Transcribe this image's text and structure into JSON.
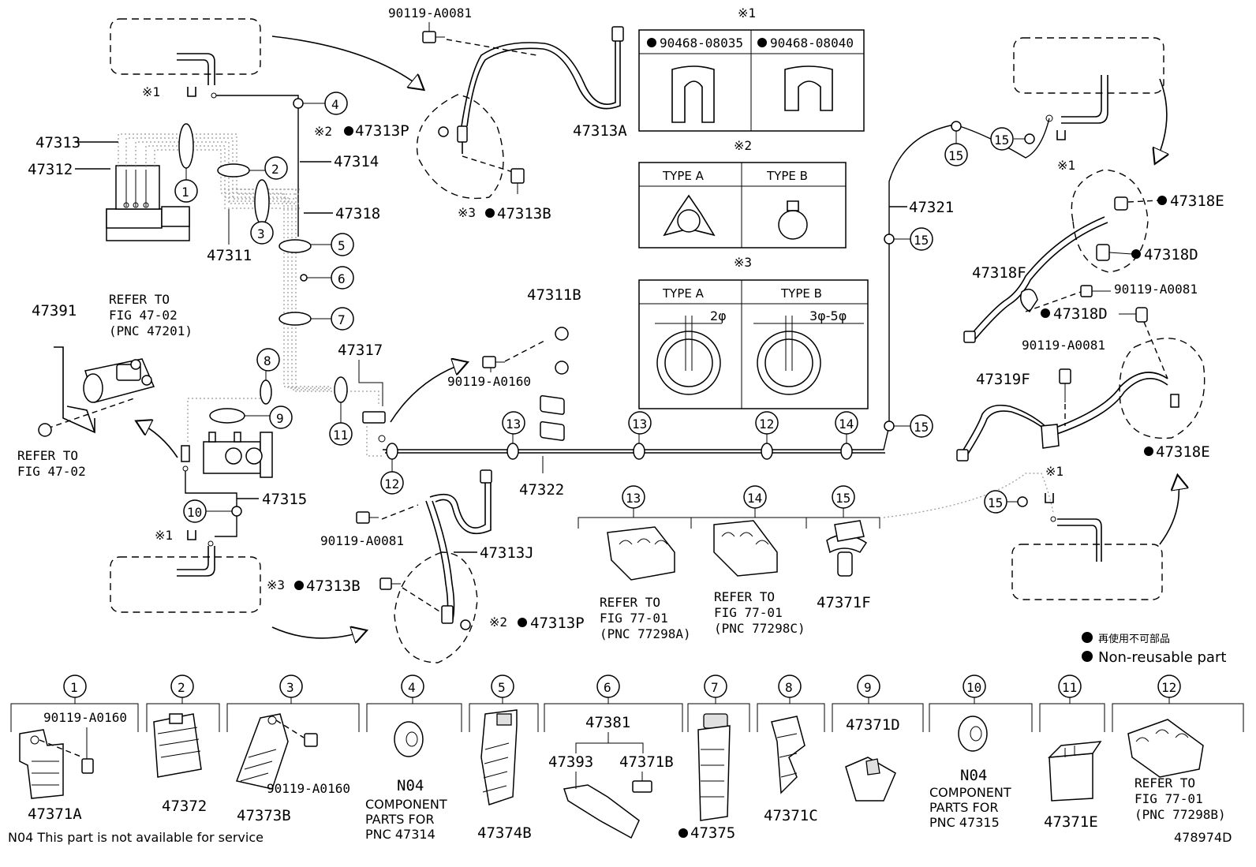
{
  "labels": {
    "p90119_a0081_top": "90119-A0081",
    "note1": "※1",
    "p90468_08035": "90468-08035",
    "p90468_08040": "90468-08040",
    "note2": "※2",
    "type_a": "TYPE A",
    "type_b": "TYPE B",
    "note3": "※3",
    "dia_2": "2φ",
    "dia_3_5": "3φ-5φ",
    "p47313": "47313",
    "p47312": "47312",
    "p47311": "47311",
    "p47314": "47314",
    "p47318": "47318",
    "p47313P": "47313P",
    "p47313A": "47313A",
    "p47313B": "47313B",
    "p47311B": "47311B",
    "p90119_a0160": "90119-A0160",
    "p47317": "47317",
    "p47391": "47391",
    "refer_to": "REFER TO",
    "fig_47_02": "FIG 47-02",
    "pnc_47201": "(PNC 47201)",
    "p47315": "47315",
    "p47322": "47322",
    "p90119_a0081": "90119-A0081",
    "p47313J": "47313J",
    "p47321": "47321",
    "p47318E": "47318E",
    "p47318D": "47318D",
    "p47318F": "47318F",
    "p47319F": "47319F",
    "fig_77_01": "FIG 77-01",
    "pnc_77298A": "(PNC 77298A)",
    "pnc_77298C": "(PNC 77298C)",
    "pnc_77298B": "(PNC 77298B)",
    "p47371F": "47371F",
    "legend_cn": "再使用不可部品",
    "legend_en": "Non-reusable part",
    "p47371A": "47371A",
    "p47372": "47372",
    "p47373B": "47373B",
    "n04": "N04",
    "component_parts_for": "COMPONENT",
    "parts_for": "PARTS FOR",
    "pnc_47314": "PNC 47314",
    "pnc_47315": "PNC 47315",
    "p47374B": "47374B",
    "p47381": "47381",
    "p47393": "47393",
    "p47371B": "47371B",
    "p47375": "47375",
    "p47371C": "47371C",
    "p47371D": "47371D",
    "p47371E": "47371E",
    "footnote": "N04 This part is not available for service",
    "drawing_no": "478974D"
  },
  "callouts": [
    "1",
    "2",
    "3",
    "4",
    "5",
    "6",
    "7",
    "8",
    "9",
    "10",
    "11",
    "12",
    "13",
    "14",
    "15"
  ]
}
